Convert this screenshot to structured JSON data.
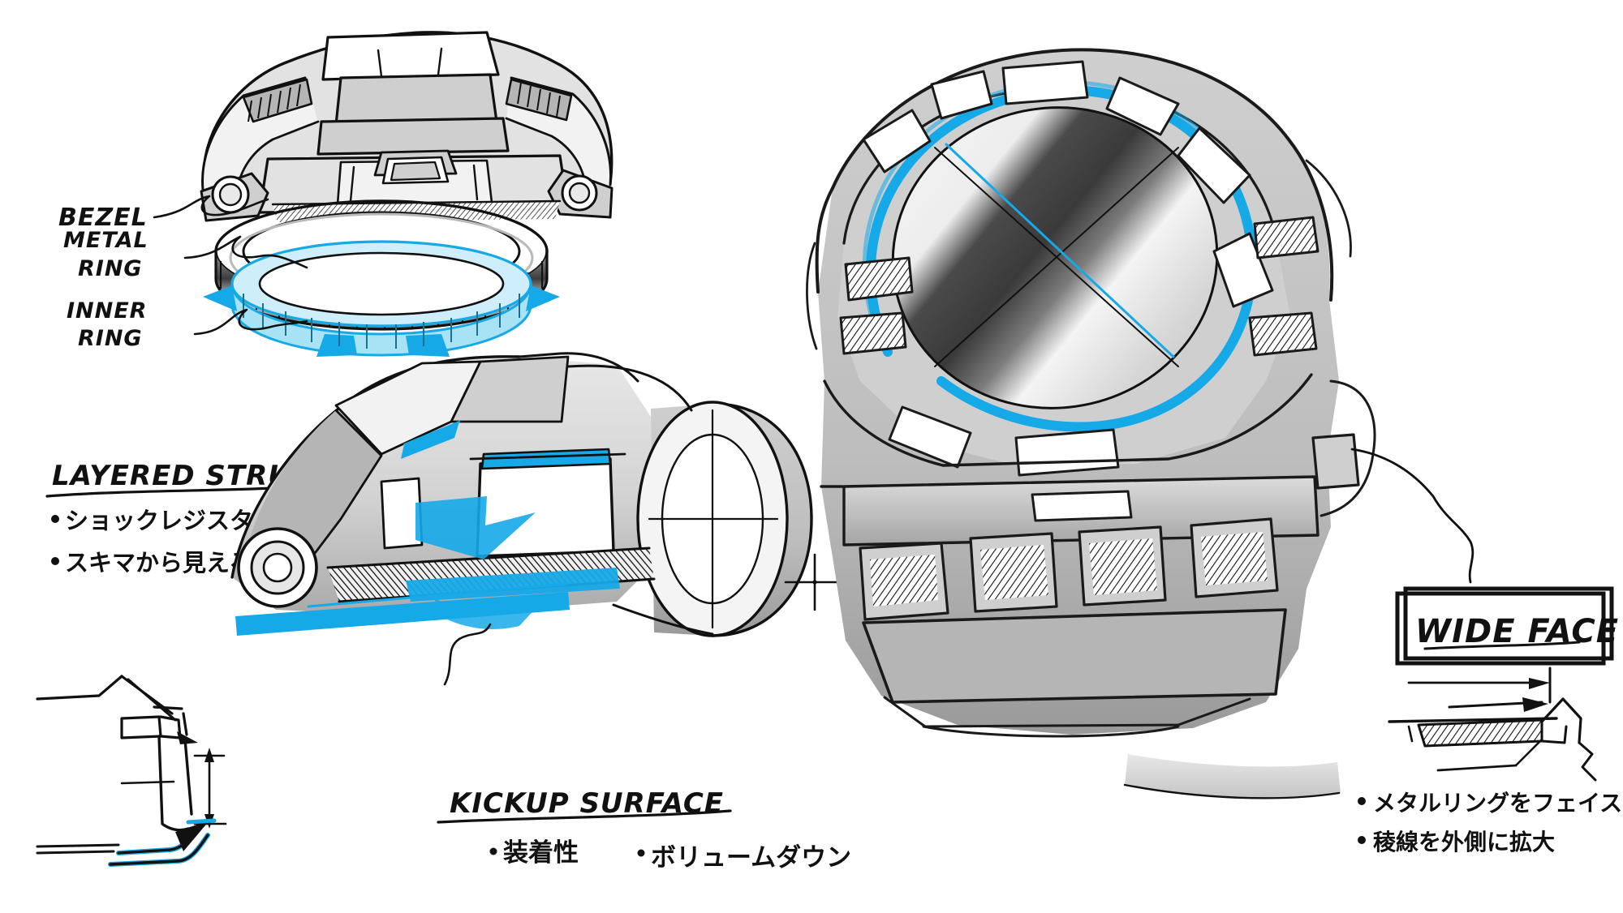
{
  "page": {
    "background": "#ffffff",
    "accent_color": "#16a9e8",
    "accent_light": "#a8e2f5",
    "ink_color": "#111111"
  },
  "callouts": {
    "bezel": "BEZEL",
    "metal_ring_line1": "METAL",
    "metal_ring_line2": "RING",
    "inner_ring_line1": "INNER",
    "inner_ring_line2": "RING"
  },
  "notes_left": {
    "heading": "LAYERED STRUCTURE",
    "bullets": [
      "ショックレジスタンス",
      "スキマから見える構造感"
    ]
  },
  "notes_center": {
    "heading": "KICKUP SURFACE",
    "bullets": [
      "装着性",
      "ボリュームダウン"
    ]
  },
  "notes_right": {
    "boxed_label": "WIDE FACE",
    "bullets": [
      "メタルリングをフェイスの一部に",
      "稜線を外側に拡大"
    ]
  },
  "figures": {
    "exploded_view": "watch-exploded-side-view",
    "kickup_view": "watch-case-kickup-detail",
    "section_view": "case-cross-section-dimension",
    "front_view": "watch-front-wide-face-view",
    "wideface_detail": "bezel-edge-section-detail"
  }
}
